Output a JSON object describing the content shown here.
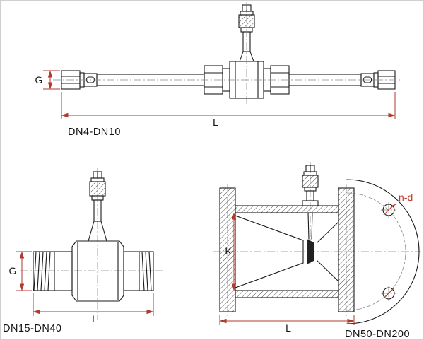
{
  "figure": {
    "background": "#ffffff",
    "border": "#cfcfcf"
  },
  "colors": {
    "outline": "#1b1b1b",
    "dimension": "#b03a2e",
    "centerline": "#8a8a8a",
    "callout_red": "#c0392b"
  },
  "views": {
    "threaded_small": {
      "caption": "DN4-DN10",
      "dim_g": "G",
      "dim_l": "L"
    },
    "threaded_medium": {
      "caption": "DN15-DN40",
      "dim_g": "G",
      "dim_l": "L"
    },
    "flanged_large": {
      "caption": "DN50-DN200",
      "dim_k": "K",
      "dim_l": "L",
      "bolt_callout": "n-d"
    }
  }
}
